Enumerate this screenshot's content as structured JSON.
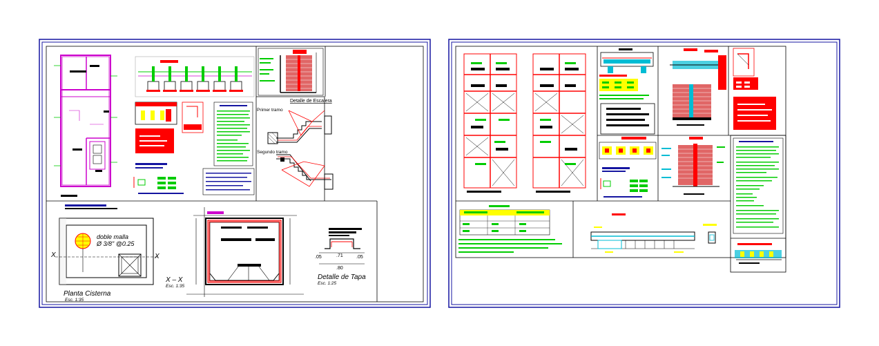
{
  "sheet1": {
    "primer_tramo": "Primer tramo",
    "segundo_tramo": "Segundo tramo",
    "detalle_escalera": "Detalle de Escalera",
    "doble_malla": "doble malla",
    "rebar_spec": "Ø 3/8\" @0.25",
    "cut_mark": "X",
    "planta_cisterna": "Planta Cisterna",
    "esc_135_a": "Esc. 1:35",
    "seccion_xx": "X – X",
    "esc_135_b": "Esc. 1:35",
    "detalle_tapa": "Detalle de Tapa",
    "esc_125": "Esc. 1:25",
    "dim_05_left": ".05",
    "dim_71": ".71",
    "dim_05_right": ".05",
    "dim_80": ".80"
  },
  "colors": {
    "frame": "#1414a0",
    "red": "#ff0000",
    "green": "#00cc00",
    "magenta": "#cc00cc",
    "cyan": "#00bcd4",
    "yellow": "#ffff00",
    "brick": "#e06666",
    "black": "#000000"
  }
}
